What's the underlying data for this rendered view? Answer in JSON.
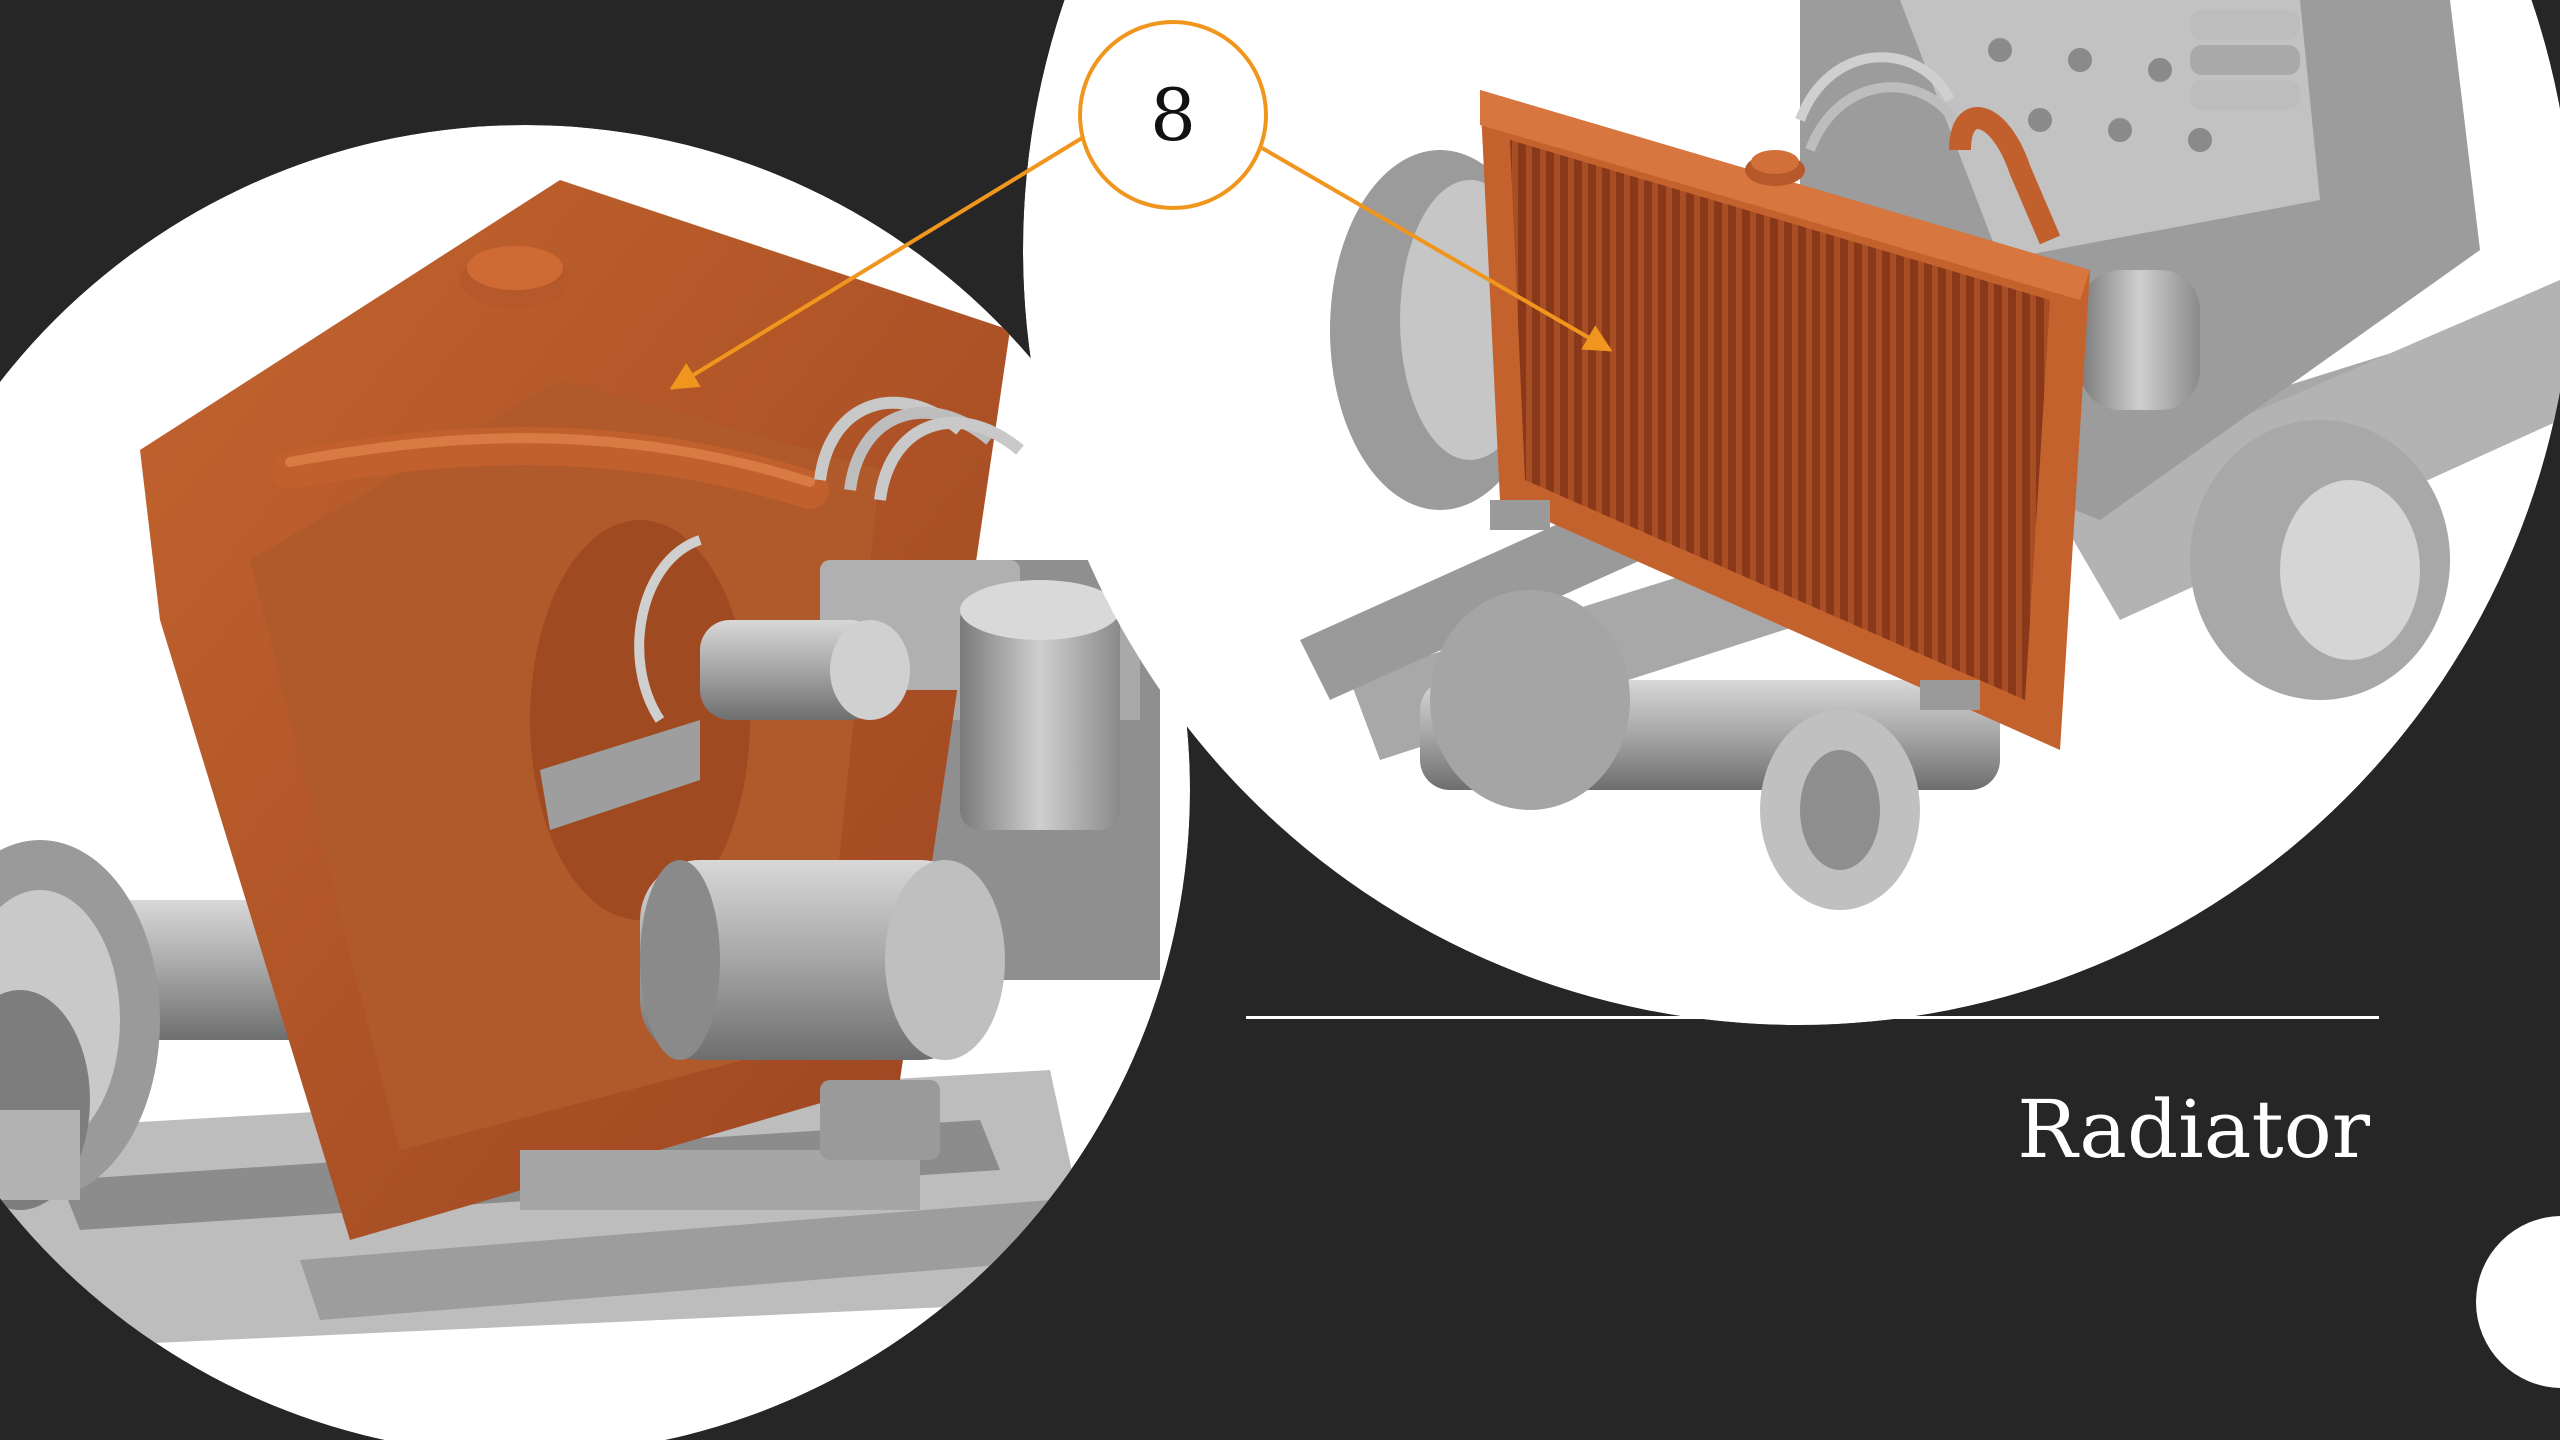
{
  "slide": {
    "title": "Radiator"
  },
  "callout": {
    "number": "8"
  },
  "photos": {
    "left": {
      "subject": "radiator-side-view"
    },
    "right": {
      "subject": "radiator-front-view"
    }
  },
  "colors": {
    "background": "#262626",
    "radiator": "#b85a2c",
    "callout_accent": "#f0961e",
    "text": "#ffffff"
  }
}
